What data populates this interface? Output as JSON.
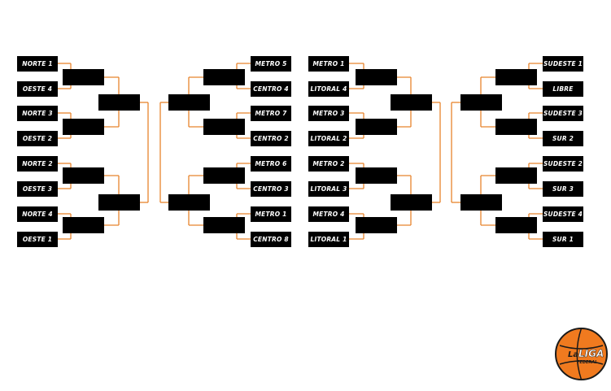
{
  "colors": {
    "connector": "#e8842c",
    "slot": "#000000",
    "text": "#ffffff",
    "logo_orange": "#f07a1f"
  },
  "quadrants": [
    {
      "teams": [
        "NORTE 1",
        "OESTE 4",
        "NORTE 3",
        "OESTE 2",
        "NORTE 2",
        "OESTE 3",
        "NORTE 4",
        "OESTE 1"
      ]
    },
    {
      "teams": [
        "METRO 5",
        "CENTRO 4",
        "METRO 7",
        "CENTRO 2",
        "METRO 6",
        "CENTRO 3",
        "METRO 1",
        "CENTRO 8"
      ]
    },
    {
      "teams": [
        "METRO 1",
        "LITORAL 4",
        "METRO 3",
        "LITORAL 2",
        "METRO 2",
        "LITORAL 3",
        "METRO 4",
        "LITORAL 1"
      ]
    },
    {
      "teams": [
        "SUDESTE 1",
        "LIBRE",
        "SUDESTE 3",
        "SUR 2",
        "SUDESTE 2",
        "SUR 3",
        "SUDESTE 4",
        "SUR 1"
      ]
    }
  ],
  "logo": {
    "name": "la-liga-federal-logo",
    "la": "La",
    "liga": "LIGA",
    "federal": "FEDERAL"
  }
}
